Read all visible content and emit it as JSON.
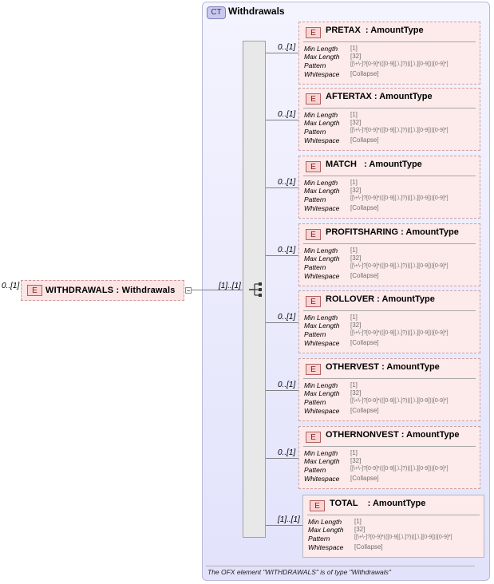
{
  "complex_type": {
    "badge": "CT",
    "name": "Withdrawals",
    "footer": "The OFX element \"WITHDRAWALS\" is of type \"Withdrawals\""
  },
  "root_element": {
    "badge": "E",
    "label": "WITHDRAWALS : Withdrawals",
    "multiplicity": "0..[1]",
    "sequence_multiplicity": "[1]..[1]"
  },
  "facet_labels": {
    "min_length": "Min Length",
    "max_length": "Max Length",
    "pattern": "Pattern",
    "whitespace": "Whitespace"
  },
  "children": [
    {
      "badge": "E",
      "label": "PRETAX  : AmountType",
      "multiplicity": "0..[1]",
      "min_length": "[1]",
      "max_length": "[32]",
      "pattern": "[[\\+\\-]?[0-9]*(([0-9][,\\.]?)|([,\\.][0-9]))[0-9]*]",
      "whitespace": "[Collapse]"
    },
    {
      "badge": "E",
      "label": "AFTERTAX : AmountType",
      "multiplicity": "0..[1]",
      "min_length": "[1]",
      "max_length": "[32]",
      "pattern": "[[\\+\\-]?[0-9]*(([0-9][,\\.]?)|([,\\.][0-9]))[0-9]*]",
      "whitespace": "[Collapse]"
    },
    {
      "badge": "E",
      "label": "MATCH   : AmountType",
      "multiplicity": "0..[1]",
      "min_length": "[1]",
      "max_length": "[32]",
      "pattern": "[[\\+\\-]?[0-9]*(([0-9][,\\.]?)|([,\\.][0-9]))[0-9]*]",
      "whitespace": "[Collapse]"
    },
    {
      "badge": "E",
      "label": "PROFITSHARING : AmountType",
      "multiplicity": "0..[1]",
      "min_length": "[1]",
      "max_length": "[32]",
      "pattern": "[[\\+\\-]?[0-9]*(([0-9][,\\.]?)|([,\\.][0-9]))[0-9]*]",
      "whitespace": "[Collapse]"
    },
    {
      "badge": "E",
      "label": "ROLLOVER : AmountType",
      "multiplicity": "0..[1]",
      "min_length": "[1]",
      "max_length": "[32]",
      "pattern": "[[\\+\\-]?[0-9]*(([0-9][,\\.]?)|([,\\.][0-9]))[0-9]*]",
      "whitespace": "[Collapse]"
    },
    {
      "badge": "E",
      "label": "OTHERVEST : AmountType",
      "multiplicity": "0..[1]",
      "min_length": "[1]",
      "max_length": "[32]",
      "pattern": "[[\\+\\-]?[0-9]*(([0-9][,\\.]?)|([,\\.][0-9]))[0-9]*]",
      "whitespace": "[Collapse]"
    },
    {
      "badge": "E",
      "label": "OTHERNONVEST : AmountType",
      "multiplicity": "0..[1]",
      "min_length": "[1]",
      "max_length": "[32]",
      "pattern": "[[\\+\\-]?[0-9]*(([0-9][,\\.]?)|([,\\.][0-9]))[0-9]*]",
      "whitespace": "[Collapse]"
    },
    {
      "badge": "E",
      "label": "TOTAL    : AmountType",
      "multiplicity": "[1]..[1]",
      "min_length": "[1]",
      "max_length": "[32]",
      "pattern": "[[\\+\\-]?[0-9]*(([0-9][,\\.]?)|([,\\.][0-9]))[0-9]*]",
      "whitespace": "[Collapse]"
    }
  ]
}
